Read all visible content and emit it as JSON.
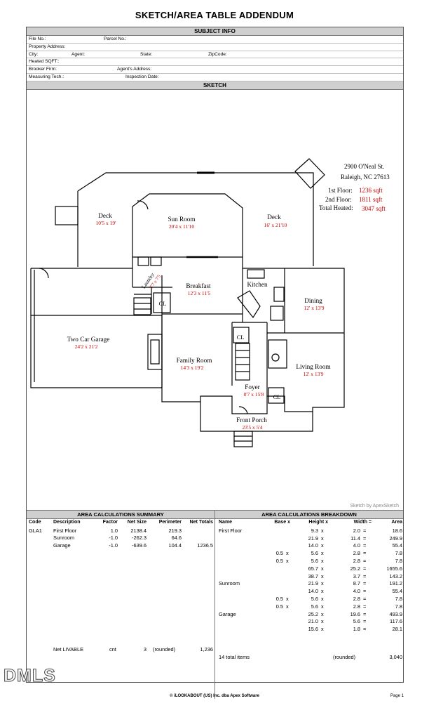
{
  "title": "SKETCH/AREA TABLE ADDENDUM",
  "subject_info": {
    "heading": "SUBJECT INFO",
    "labels": {
      "file_no": "File No.:",
      "parcel_no": "Parcel No.:",
      "property_address": "Property Address:",
      "city": "City:",
      "agent": "Agent:",
      "state": "State:",
      "zipcode": "ZipCode:",
      "heated_sqft": "Heated SQFT::",
      "broker_firm": "Brooker Firm:",
      "agents_address": "Agent's Address:",
      "measuring_tech": "Measuring Tech.:",
      "inspection_date": "Inspection Date:"
    }
  },
  "sketch": {
    "heading": "SKETCH",
    "address_line1": "2900 O'Neal St.",
    "address_line2": "Raleigh, NC 27613",
    "first_floor_label": "1st Floor:",
    "first_floor_value": "1236 sqft",
    "second_floor_label": "2nd Floor:",
    "second_floor_value": "1811 sqft",
    "total_label": "Total Heated:",
    "total_value": "3047 sqft",
    "rooms": [
      {
        "name": "Deck",
        "dims": "10'5 x 19'"
      },
      {
        "name": "Sun Room",
        "dims": "20'4 x 11'10"
      },
      {
        "name": "Deck",
        "dims": "16' x 21'10"
      },
      {
        "name": "Laundry",
        "dims": "7'7 x 7'5"
      },
      {
        "name": "Breakfast",
        "dims": "12'3 x 11'5"
      },
      {
        "name": "Kitchen",
        "dims": ""
      },
      {
        "name": "Dining",
        "dims": "12' x 13'9"
      },
      {
        "name": "Two Car Garage",
        "dims": "24'2 x 21'2"
      },
      {
        "name": "Family Room",
        "dims": "14'3 x 19'2"
      },
      {
        "name": "Living Room",
        "dims": "12' x 13'9"
      },
      {
        "name": "Foyer",
        "dims": "8'7 x 15'8"
      },
      {
        "name": "Front Porch",
        "dims": "23'5 x 5'4"
      }
    ],
    "closets": [
      "CL",
      "CL",
      "CL"
    ],
    "credit": "Sketch by ApexSketch"
  },
  "summary": {
    "heading": "AREA CALCULATIONS SUMMARY",
    "columns": [
      "Code",
      "Description",
      "Factor",
      "Net Size",
      "Perimeter",
      "Net Totals"
    ],
    "rows": [
      {
        "code": "GLA1",
        "description": "First Floor",
        "factor": "1.0",
        "net_size": "2138.4",
        "perimeter": "219.3",
        "net_total": ""
      },
      {
        "code": "",
        "description": "Sunroom",
        "factor": "-1.0",
        "net_size": "-262.3",
        "perimeter": "64.6",
        "net_total": ""
      },
      {
        "code": "",
        "description": "Garage",
        "factor": "-1.0",
        "net_size": "-639.6",
        "perimeter": "104.4",
        "net_total": "1236.5"
      }
    ],
    "footer": {
      "label": "Net LIVABLE",
      "cnt_label": "cnt",
      "cnt": "3",
      "rounded": "(rounded)",
      "total": "1,236"
    }
  },
  "breakdown": {
    "heading": "AREA CALCULATIONS BREAKDOWN",
    "columns": [
      "Name",
      "Base x",
      "Height x",
      "Width =",
      "Area"
    ],
    "rows": [
      {
        "name": "First Floor",
        "base": "",
        "height": "9.3",
        "width": "2.0",
        "area": "18.6"
      },
      {
        "name": "",
        "base": "",
        "height": "21.9",
        "width": "11.4",
        "area": "249.9"
      },
      {
        "name": "",
        "base": "",
        "height": "14.0",
        "width": "4.0",
        "area": "55.4"
      },
      {
        "name": "",
        "base": "0.5",
        "height": "5.6",
        "width": "2.8",
        "area": "7.8"
      },
      {
        "name": "",
        "base": "0.5",
        "height": "5.6",
        "width": "2.8",
        "area": "7.8"
      },
      {
        "name": "",
        "base": "",
        "height": "65.7",
        "width": "25.2",
        "area": "1655.6"
      },
      {
        "name": "",
        "base": "",
        "height": "38.7",
        "width": "3.7",
        "area": "143.2"
      },
      {
        "name": "Sunroom",
        "base": "",
        "height": "21.9",
        "width": "8.7",
        "area": "191.2"
      },
      {
        "name": "",
        "base": "",
        "height": "14.0",
        "width": "4.0",
        "area": "55.4"
      },
      {
        "name": "",
        "base": "0.5",
        "height": "5.6",
        "width": "2.8",
        "area": "7.8"
      },
      {
        "name": "",
        "base": "0.5",
        "height": "5.6",
        "width": "2.8",
        "area": "7.8"
      },
      {
        "name": "Garage",
        "base": "",
        "height": "25.2",
        "width": "19.6",
        "area": "493.9"
      },
      {
        "name": "",
        "base": "",
        "height": "21.0",
        "width": "5.6",
        "area": "117.6"
      },
      {
        "name": "",
        "base": "",
        "height": "15.6",
        "width": "1.8",
        "area": "28.1"
      }
    ],
    "footer": {
      "label": "14 total items",
      "rounded": "(rounded)",
      "total": "3,040"
    }
  },
  "page_footer": {
    "company": "© iLOOKABOUT (US) Inc. dba Apex Software",
    "page": "Page 1"
  },
  "watermark": "DMLS"
}
